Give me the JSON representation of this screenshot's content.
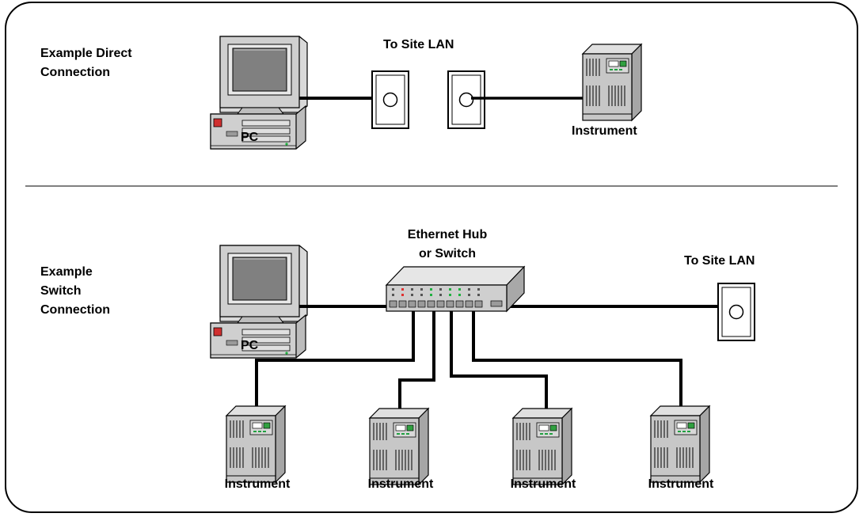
{
  "direct": {
    "heading": "Example Direct\nConnection",
    "to_site_lan": "To Site LAN",
    "pc": "PC",
    "instrument": "Instrument"
  },
  "switch": {
    "heading": "Example\nSwitch\nConnection",
    "hub": "Ethernet Hub\nor Switch",
    "to_site_lan": "To Site LAN",
    "pc": "PC",
    "instruments": [
      "Instrument",
      "Instrument",
      "Instrument",
      "Instrument"
    ]
  },
  "colors": {
    "outline": "#000000",
    "device_gray": "#c0c0c0",
    "screen": "#7f7f7f",
    "led_red": "#e03030",
    "led_green": "#20b040"
  },
  "icons": [
    "pc-icon",
    "wall-jack-icon",
    "instrument-icon",
    "ethernet-switch-icon"
  ]
}
